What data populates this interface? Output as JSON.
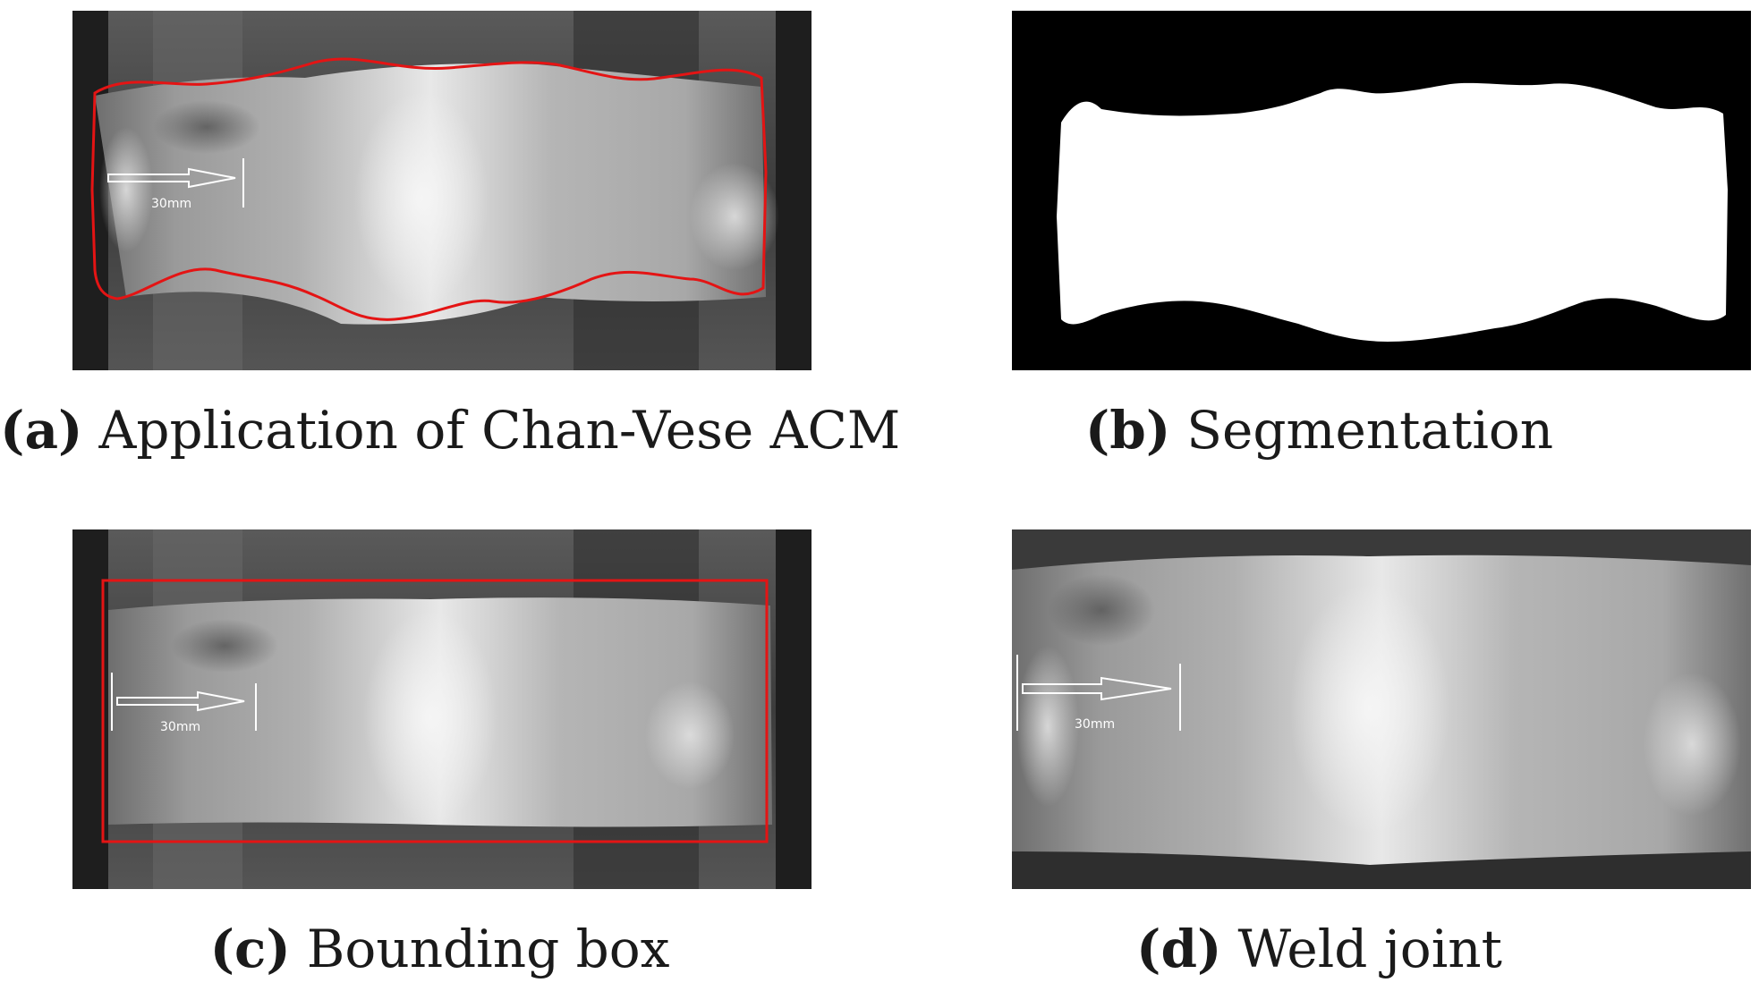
{
  "panels": [
    {
      "label": "(a)",
      "caption": "Application of Chan-Vese ACM",
      "scale_text": "30mm"
    },
    {
      "label": "(b)",
      "caption": "Segmentation"
    },
    {
      "label": "(c)",
      "caption": "Bounding box",
      "scale_text": "30mm"
    },
    {
      "label": "(d)",
      "caption": "Weld joint",
      "scale_text": "30mm"
    }
  ],
  "colors": {
    "contour": "#e41414",
    "bbox": "#e41414",
    "mask_fg": "#ffffff",
    "mask_bg": "#000000"
  }
}
